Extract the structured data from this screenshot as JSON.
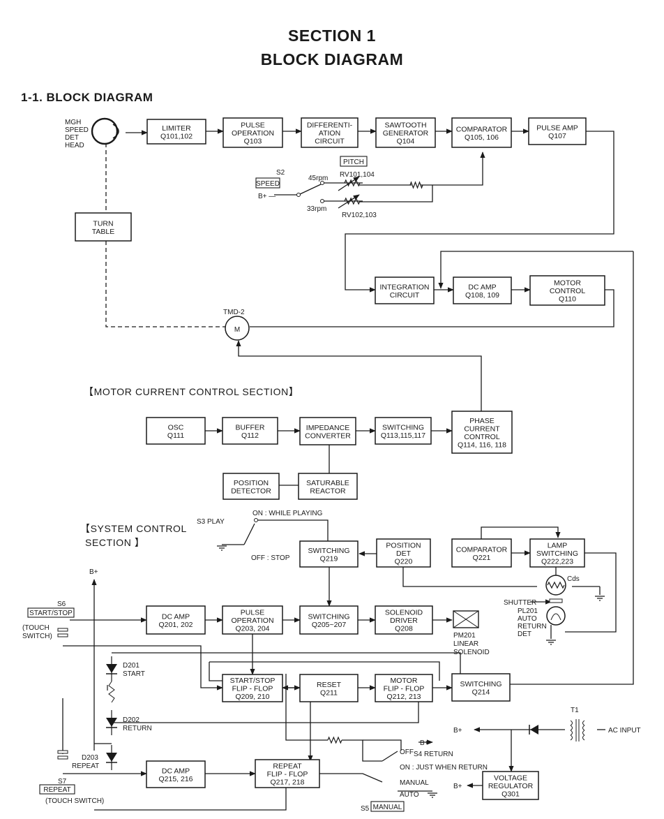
{
  "header": {
    "section": "SECTION 1",
    "title": "BLOCK DIAGRAM",
    "subheading": "1-1.  BLOCK DIAGRAM"
  },
  "blocks": {
    "limiter": [
      "LIMITER",
      "Q101,102"
    ],
    "pulse_operation_top": [
      "PULSE",
      "OPERATION",
      "Q103"
    ],
    "differentiation": [
      "DIFFERENTI-",
      "ATION",
      "CIRCUIT"
    ],
    "sawtooth": [
      "SAWTOOTH",
      "GENERATOR",
      "Q104"
    ],
    "comparator_top": [
      "COMPARATOR",
      "Q105, 106"
    ],
    "pulse_amp": [
      "PULSE AMP",
      "Q107"
    ],
    "turn_table": [
      "TURN",
      "TABLE"
    ],
    "integration": [
      "INTEGRATION",
      "CIRCUIT"
    ],
    "dc_amp_top": [
      "DC  AMP",
      "Q108, 109"
    ],
    "motor_control": [
      "MOTOR",
      "CONTROL",
      "Q110"
    ],
    "osc": [
      "OSC",
      "Q111"
    ],
    "buffer": [
      "BUFFER",
      "Q112"
    ],
    "impedance": [
      "IMPEDANCE",
      "CONVERTER"
    ],
    "switching_q113": [
      "SWITCHING",
      "Q113,115,117"
    ],
    "phase_current": [
      "PHASE",
      "CURRENT",
      "CONTROL",
      "Q114, 116, 118"
    ],
    "position_detector": [
      "POSITION",
      "DETECTOR"
    ],
    "saturable": [
      "SATURABLE",
      "REACTOR"
    ],
    "switching_q219": [
      "SWITCHING",
      "Q219"
    ],
    "position_det": [
      "POSITION",
      "DET",
      "Q220"
    ],
    "comparator_q221": [
      "COMPARATOR",
      "Q221"
    ],
    "lamp_switching": [
      "LAMP",
      "SWITCHING",
      "Q222,223"
    ],
    "dc_amp_q201": [
      "DC  AMP",
      "Q201, 202"
    ],
    "pulse_operation_q203": [
      "PULSE",
      "OPERATION",
      "Q203, 204"
    ],
    "switching_q205": [
      "SWITCHING",
      "Q205~207"
    ],
    "solenoid_driver": [
      "SOLENOID",
      "DRIVER",
      "Q208"
    ],
    "start_stop_ff": [
      "START/STOP",
      "FLIP - FLOP",
      "Q209, 210"
    ],
    "reset": [
      "RESET",
      "Q211"
    ],
    "motor_ff": [
      "MOTOR",
      "FLIP - FLOP",
      "Q212, 213"
    ],
    "switching_q214": [
      "SWITCHING",
      "Q214"
    ],
    "dc_amp_q215": [
      "DC  AMP",
      "Q215, 216"
    ],
    "repeat_ff": [
      "REPEAT",
      "FLIP - FLOP",
      "Q217, 218"
    ],
    "voltage_regulator": [
      "VOLTAGE",
      "REGULATOR",
      "Q301"
    ]
  },
  "sections": {
    "motor_current": "【MOTOR  CURRENT  CONTROL  SECTION】",
    "system_control_1": "【SYSTEM  CONTROL",
    "system_control_2": "SECTION 】"
  },
  "labels": {
    "mgh": [
      "MGH",
      "SPEED",
      "DET",
      "HEAD"
    ],
    "s2": "S2",
    "speed": "SPEED",
    "bplus": "B+",
    "bplus_arrow": "B+ —",
    "rpm45": "45rpm",
    "rpm33": "33rpm",
    "pitch": "PITCH",
    "rv101": "RV101,104",
    "rv102": "RV102,103",
    "tmd": "TMD-2",
    "motor_m": "M",
    "s3_play": "S3  PLAY",
    "on_while": "ON : WHILE PLAYING",
    "off_stop": "OFF : STOP",
    "cds": "Cds",
    "shutter": "SHUTTER",
    "pl201": [
      "PL201",
      "AUTO",
      "RETURN",
      "DET"
    ],
    "pm201": [
      "PM201",
      "LINEAR",
      "SOLENOID"
    ],
    "s6": "S6",
    "start_stop": "START/STOP",
    "touch_switch_s6": [
      "(TOUCH",
      " SWITCH)"
    ],
    "d201": [
      "D201",
      "START"
    ],
    "d202": [
      "D202",
      "RETURN"
    ],
    "d203": [
      "D203",
      "REPEAT"
    ],
    "s7": "S7",
    "repeat": "REPEAT",
    "touch_switch_s7": "(TOUCH  SWITCH)",
    "off": "OFF",
    "s4_return": "S4  RETURN",
    "on_just": "ON : JUST  WHEN  RETURN",
    "manual_lower": "MANUAL",
    "auto": "AUTO",
    "s5": "S5",
    "manual_box": "MANUAL",
    "t1": "T1",
    "ac_input": "AC INPUT"
  }
}
